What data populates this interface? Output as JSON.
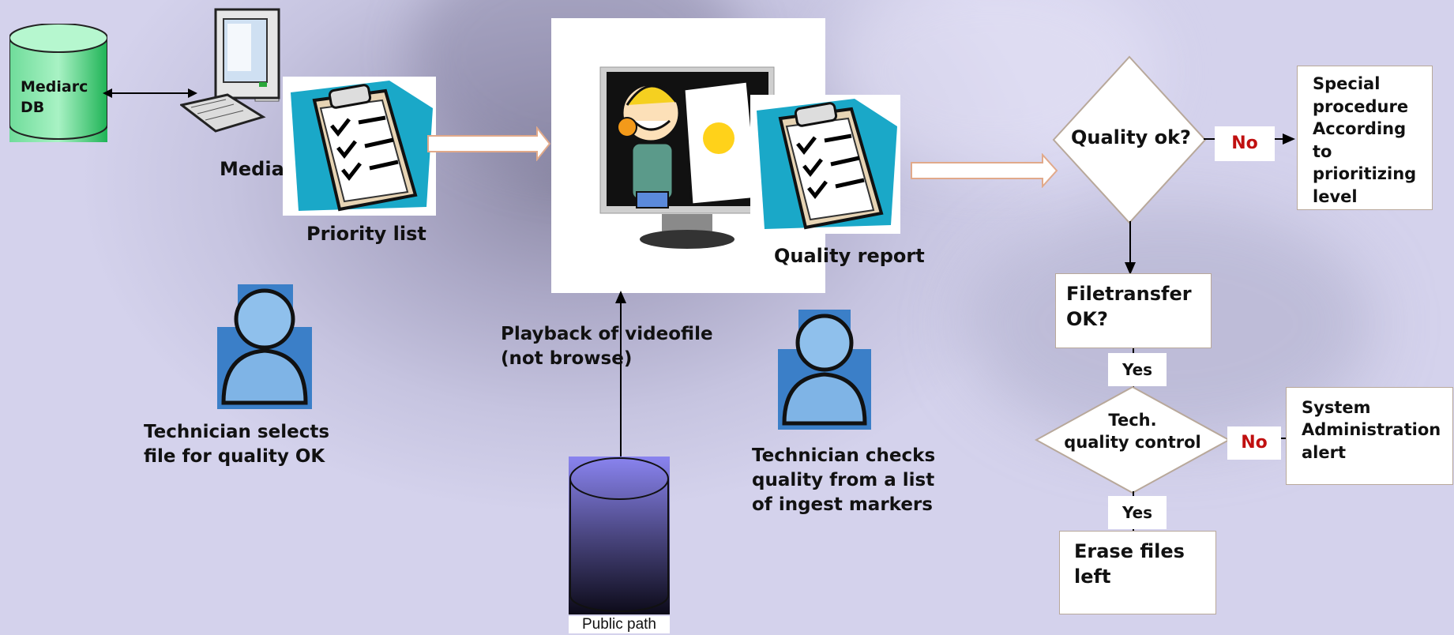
{
  "db_label": "Mediarc\nDB",
  "pc_label": "Mediar",
  "priority_list_label": "Priority list",
  "quality_report_label": "Quality report",
  "technician_selects": "Technician selects\nfile for quality OK",
  "technician_checks": "Technician checks\nquality from a list\nof ingest markers",
  "playback_label": "Playback of videofile\n(not browse)",
  "public_path_label": "Public path",
  "decision_quality": "Quality ok?",
  "label_no_1": "No",
  "special_procedure": "Special\nprocedure\nAccording\nto\nprioritizing\nlevel",
  "filetransfer": "Filetransfer\n OK?",
  "label_yes_1": "Yes",
  "decision_tech": "Tech.\nquality control",
  "label_no_2": "No",
  "system_admin": "System\nAdministration\nalert",
  "label_yes_2": "Yes",
  "erase_files": "Erase files\nleft"
}
